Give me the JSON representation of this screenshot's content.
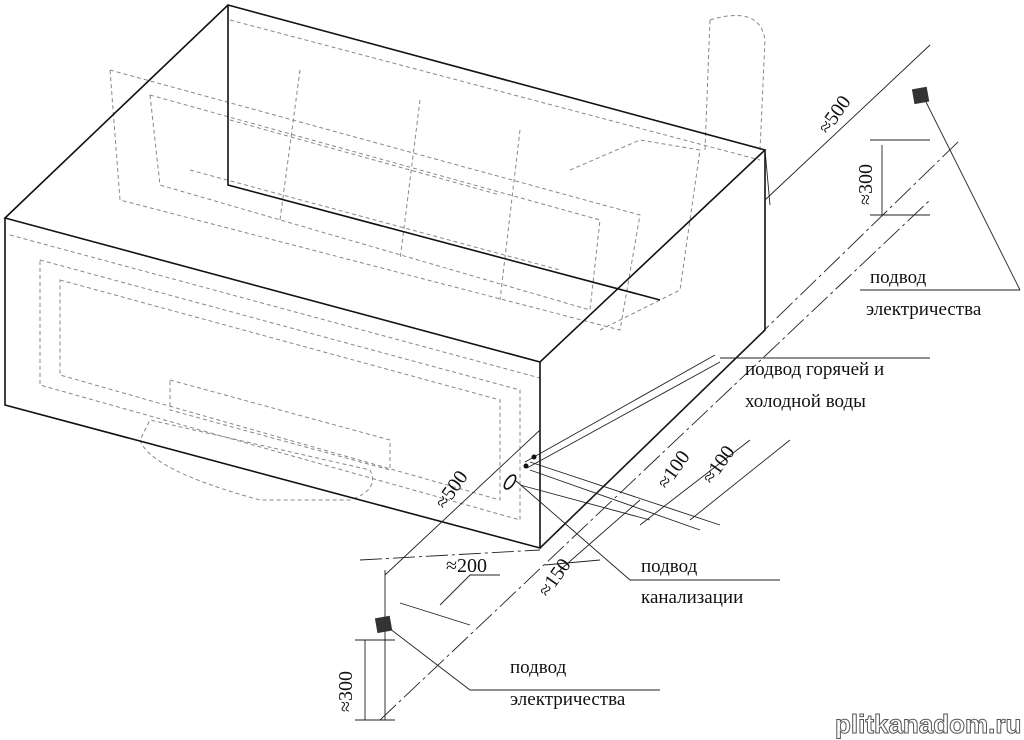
{
  "labels": {
    "electric_top_line1": "подвод",
    "electric_top_line2": "электричества",
    "water_line1": "подвод горячей и",
    "water_line2": "холодной воды",
    "sewer_line1": "подвод",
    "sewer_line2": "канализации",
    "electric_bottom_line1": "подвод",
    "electric_bottom_line2": "электричества"
  },
  "dimensions": {
    "top_500": "≈500",
    "top_300": "≈300",
    "front_500": "≈500",
    "pipe_100_a": "≈100",
    "pipe_100_b": "≈100",
    "drain_150": "≈150",
    "offset_200": "≈200",
    "bottom_300": "≈300"
  },
  "watermark": "plitkanadom.ru"
}
